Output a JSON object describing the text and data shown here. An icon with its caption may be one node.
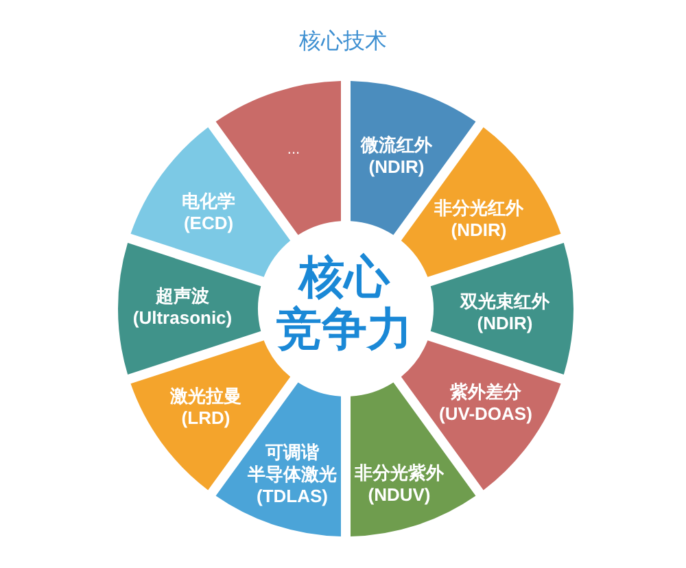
{
  "diagram": {
    "title": "核心技术",
    "nodes": [
      {
        "text": [
          "核心竞争力"
        ]
      },
      {
        "text": [
          "微流红外 (NDIR)"
        ]
      },
      {
        "text": [
          "非分光红外 (NDIR)"
        ]
      },
      {
        "text": [
          "双光束红外 (NDIR)"
        ]
      },
      {
        "text": [
          "紫外差分 (UV-DOAS)"
        ]
      },
      {
        "text": [
          "非分光紫外 (NDUV)"
        ]
      },
      {
        "text": [
          "可调谐半导体激光 (TDLAS)"
        ]
      },
      {
        "text": [
          "激光拉曼 (LRD)"
        ]
      },
      {
        "text": [
          "超声波 (Ultrasonic)"
        ]
      },
      {
        "text": [
          "电化学 (ECD)"
        ]
      },
      {
        "text": [
          "..."
        ]
      }
    ]
  }
}
